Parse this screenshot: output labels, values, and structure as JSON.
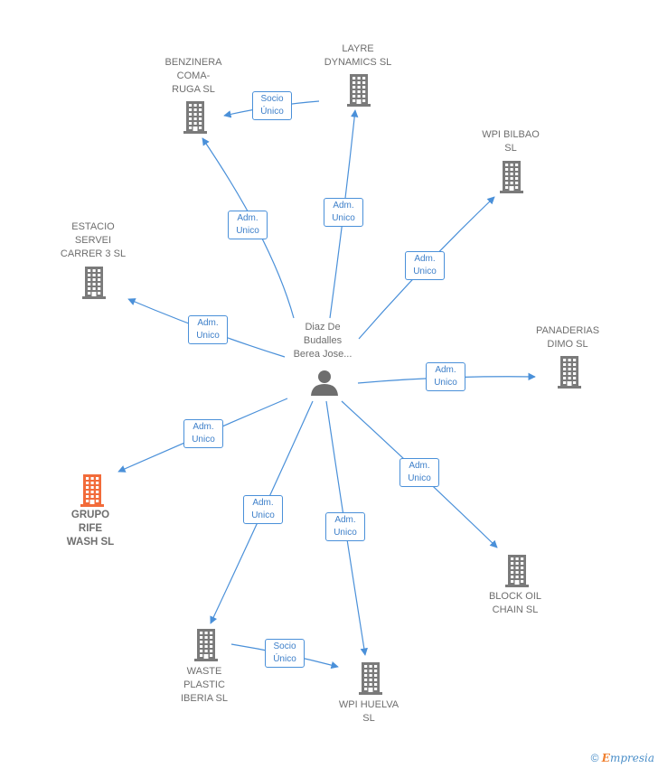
{
  "center": {
    "label": "Diaz De\nBudalles\nBerea Jose..."
  },
  "companies": [
    {
      "id": "benzinera",
      "label": "BENZINERA\nCOMA-\nRUGA  SL"
    },
    {
      "id": "layre",
      "label": "LAYRE\nDYNAMICS  SL"
    },
    {
      "id": "wpibilbao",
      "label": "WPI BILBAO\nSL"
    },
    {
      "id": "estacio",
      "label": "ESTACIO\nSERVEI\nCARRER 3  SL"
    },
    {
      "id": "panaderias",
      "label": "PANADERIAS\nDIMO  SL"
    },
    {
      "id": "grupo",
      "label": "GRUPO\nRIFE\nWASH  SL",
      "highlight": true
    },
    {
      "id": "blockoil",
      "label": "BLOCK OIL\nCHAIN  SL"
    },
    {
      "id": "waste",
      "label": "WASTE\nPLASTIC\nIBERIA  SL"
    },
    {
      "id": "wpihuelva",
      "label": "WPI HUELVA\nSL"
    }
  ],
  "edges": [
    {
      "from": "center",
      "to": "benzinera",
      "label": "Adm.\nUnico"
    },
    {
      "from": "center",
      "to": "layre",
      "label": "Adm.\nUnico"
    },
    {
      "from": "center",
      "to": "wpibilbao",
      "label": "Adm.\nUnico"
    },
    {
      "from": "center",
      "to": "estacio",
      "label": "Adm.\nUnico"
    },
    {
      "from": "center",
      "to": "panaderias",
      "label": "Adm.\nUnico"
    },
    {
      "from": "center",
      "to": "grupo",
      "label": "Adm.\nUnico"
    },
    {
      "from": "center",
      "to": "blockoil",
      "label": "Adm.\nUnico"
    },
    {
      "from": "center",
      "to": "waste",
      "label": "Adm.\nUnico"
    },
    {
      "from": "center",
      "to": "wpihuelva",
      "label": "Adm.\nUnico"
    },
    {
      "from": "layre",
      "to": "benzinera",
      "label": "Socio\nÚnico"
    },
    {
      "from": "waste",
      "to": "wpihuelva",
      "label": "Socio\nÚnico"
    }
  ],
  "colors": {
    "edge": "#4a90d9",
    "building": "#7a7a7a",
    "highlight": "#f26b3a",
    "person": "#6e6e6e"
  },
  "footer": {
    "copyright": "©",
    "brand_first": "E",
    "brand_rest": "mpresia"
  }
}
